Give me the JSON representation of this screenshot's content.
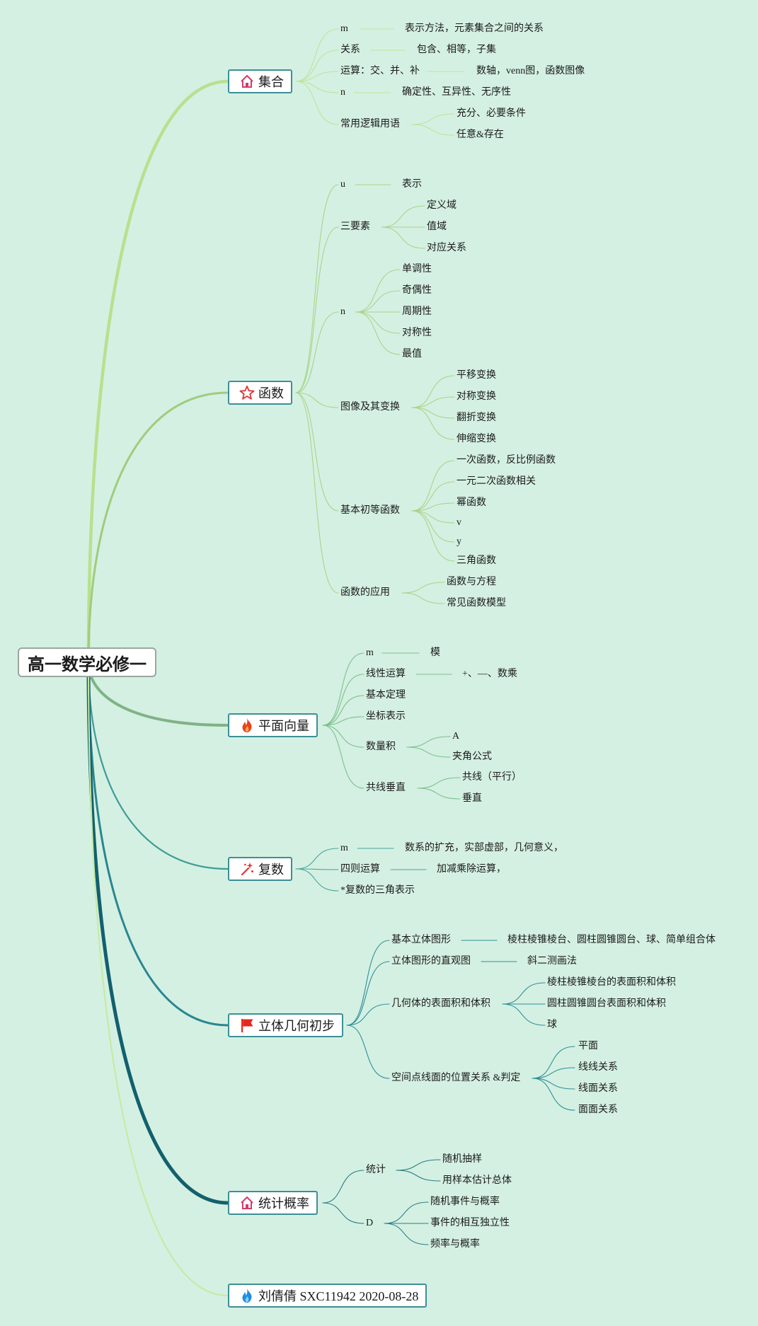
{
  "root": "高一数学必修一",
  "topics": {
    "sets": "集合",
    "func": "函数",
    "vec": "平面向量",
    "cplx": "复数",
    "geo": "立体几何初步",
    "stat": "统计概率",
    "footer": "刘倩倩 SXC11942 2020-08-28"
  },
  "labels": {
    "s_m": "m",
    "s_m_d": "表示方法，元素集合之间的关系",
    "s_rel": "关系",
    "s_rel_d": "包含、相等，子集",
    "s_op": "运算：交、并、补",
    "s_op_d": "数轴，venn图，函数图像",
    "s_n": "n",
    "s_n_d": "确定性、互异性、无序性",
    "s_logic": "常用逻辑用语",
    "s_logic_a": "充分、必要条件",
    "s_logic_b": "任意&存在",
    "f_u": "u",
    "f_u_d": "表示",
    "f_three": "三要素",
    "f_three_a": "定义域",
    "f_three_b": "值域",
    "f_three_c": "对应关系",
    "f_n": "n",
    "f_n_a": "单调性",
    "f_n_b": "奇偶性",
    "f_n_c": "周期性",
    "f_n_d": "对称性",
    "f_n_e": "最值",
    "f_img": "图像及其变换",
    "f_img_a": "平移变换",
    "f_img_b": "对称变换",
    "f_img_c": "翻折变换",
    "f_img_d": "伸缩变换",
    "f_basic": "基本初等函数",
    "f_basic_a": "一次函数，反比例函数",
    "f_basic_b": "一元二次函数相关",
    "f_basic_c": "幂函数",
    "f_basic_d": "v",
    "f_basic_e": "y",
    "f_basic_f": "三角函数",
    "f_app": "函数的应用",
    "f_app_a": "函数与方程",
    "f_app_b": "常见函数模型",
    "v_m": "m",
    "v_m_d": "模",
    "v_lin": "线性运算",
    "v_lin_d": "+、—、数乘",
    "v_thm": "基本定理",
    "v_coord": "坐标表示",
    "v_dot": "数量积",
    "v_dot_a": "A",
    "v_dot_b": "夹角公式",
    "v_col": "共线垂直",
    "v_col_a": "共线（平行）",
    "v_col_b": "垂直",
    "c_m": "m",
    "c_m_d": "数系的扩充，实部虚部，几何意义，",
    "c_ops": "四则运算",
    "c_ops_d": "加减乘除运算，",
    "c_tri": "*复数的三角表示",
    "g_basic": "基本立体图形",
    "g_basic_d": "棱柱棱锥棱台、圆柱圆锥圆台、球、简单组合体",
    "g_view": "立体图形的直观图",
    "g_view_d": "斜二测画法",
    "g_area": "几何体的表面积和体积",
    "g_area_a": "棱柱棱锥棱台的表面积和体积",
    "g_area_b": "圆柱圆锥圆台表面积和体积",
    "g_area_c": "球",
    "g_pos": "空间点线面的位置关系 &判定",
    "g_pos_a": "平面",
    "g_pos_b": "线线关系",
    "g_pos_c": "线面关系",
    "g_pos_d": "面面关系",
    "p_stat": "统计",
    "p_stat_a": "随机抽样",
    "p_stat_b": "用样本估计总体",
    "p_d": "D",
    "p_d_a": "随机事件与概率",
    "p_d_b": "事件的相互独立性",
    "p_d_c": "频率与概率"
  },
  "colors": {
    "background": "#d4f0e2",
    "sets": "#b9e08e",
    "func": "#9fcc7c",
    "vec": "#7fb386",
    "cplx": "#3f9b97",
    "geo": "#2a8690",
    "stat": "#12606d",
    "footer": "#c6eaa0"
  },
  "icons": {
    "sets": "house-icon",
    "func": "star-icon",
    "vec": "flame-icon",
    "cplx": "sparkle-icon",
    "geo": "flag-icon",
    "stat": "house-icon",
    "footer": "blue-flame-icon"
  }
}
